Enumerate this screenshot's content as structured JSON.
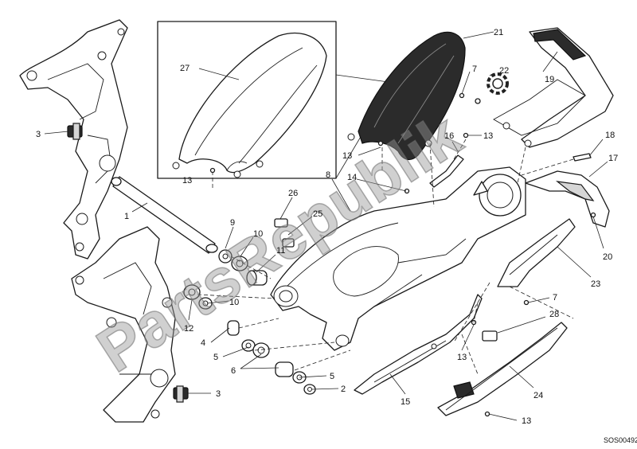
{
  "diagram": {
    "watermark": "PartsRepublik",
    "drawing_code": "SOS00492",
    "callouts": [
      {
        "id": "c21",
        "label": "21"
      },
      {
        "id": "c27",
        "label": "27"
      },
      {
        "id": "c7a",
        "label": "7"
      },
      {
        "id": "c22",
        "label": "22"
      },
      {
        "id": "c19",
        "label": "19"
      },
      {
        "id": "c3a",
        "label": "3"
      },
      {
        "id": "c13a",
        "label": "13"
      },
      {
        "id": "c13b",
        "label": "13"
      },
      {
        "id": "c16",
        "label": "16"
      },
      {
        "id": "c13c",
        "label": "13"
      },
      {
        "id": "c18",
        "label": "18"
      },
      {
        "id": "c17",
        "label": "17"
      },
      {
        "id": "c8",
        "label": "8"
      },
      {
        "id": "c14",
        "label": "14"
      },
      {
        "id": "c26",
        "label": "26"
      },
      {
        "id": "c25",
        "label": "25"
      },
      {
        "id": "c1",
        "label": "1"
      },
      {
        "id": "c9",
        "label": "9"
      },
      {
        "id": "c10a",
        "label": "10"
      },
      {
        "id": "c11",
        "label": "11"
      },
      {
        "id": "c20",
        "label": "20"
      },
      {
        "id": "c23",
        "label": "23"
      },
      {
        "id": "c10b",
        "label": "10"
      },
      {
        "id": "c7b",
        "label": "7"
      },
      {
        "id": "c12",
        "label": "12"
      },
      {
        "id": "c28",
        "label": "28"
      },
      {
        "id": "c4",
        "label": "4"
      },
      {
        "id": "c5a",
        "label": "5"
      },
      {
        "id": "c13d",
        "label": "13"
      },
      {
        "id": "c6",
        "label": "6"
      },
      {
        "id": "c5b",
        "label": "5"
      },
      {
        "id": "c2",
        "label": "2"
      },
      {
        "id": "c3b",
        "label": "3"
      },
      {
        "id": "c15",
        "label": "15"
      },
      {
        "id": "c24",
        "label": "24"
      },
      {
        "id": "c13e",
        "label": "13"
      }
    ]
  }
}
